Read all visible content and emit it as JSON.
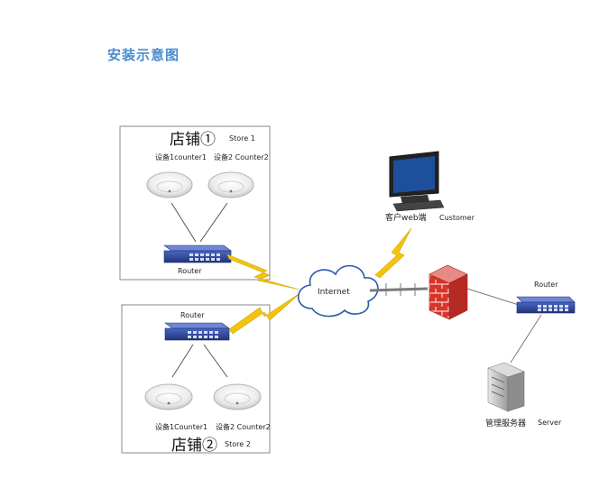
{
  "page_title": "安装示意图",
  "stores": [
    {
      "title_cn": "店铺①",
      "title_en": "Store 1",
      "device1": "设备1counter1",
      "device2": "设备2 Counter2",
      "router": "Router"
    },
    {
      "title_cn": "店铺②",
      "title_en": "Store 2",
      "device1": "设备1Counter1",
      "device2": "设备2 Counter2",
      "router": "Router"
    }
  ],
  "internet": "Internet",
  "customer": {
    "cn": "客户web端",
    "en": "Customer"
  },
  "hq_router": "Router",
  "server": {
    "cn": "管理服务器",
    "en": "Server"
  },
  "colors": {
    "title": "#4a8ccf",
    "lightning": "#f2c40f",
    "router_body": "#2f4a9e",
    "firewall": "#d9342b",
    "cloud_stroke": "#2a5aa8"
  }
}
